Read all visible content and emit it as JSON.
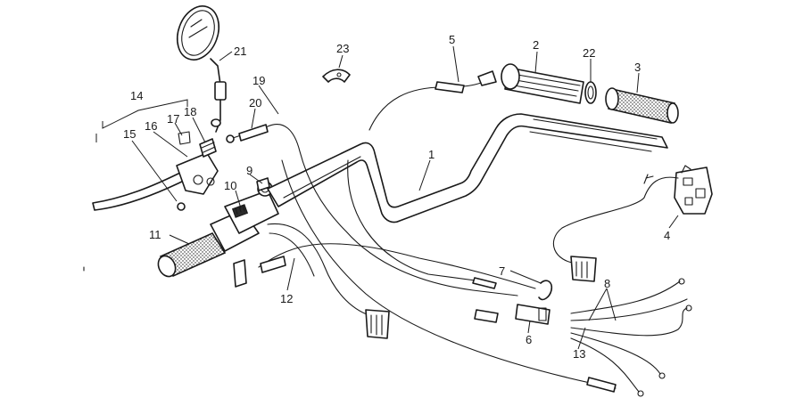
{
  "callouts": {
    "c1": "1",
    "c2": "2",
    "c3": "3",
    "c4": "4",
    "c5": "5",
    "c6": "6",
    "c7": "7",
    "c8": "8",
    "c9": "9",
    "c10": "10",
    "c11": "11",
    "c12": "12",
    "c13": "13",
    "c14": "14",
    "c15": "15",
    "c16": "16",
    "c17": "17",
    "c18": "18",
    "c19": "19",
    "c20": "20",
    "c21": "21",
    "c22": "22",
    "c23": "23"
  },
  "icons": {
    "mirror": "mirror-icon",
    "handlebar": "handlebar-icon",
    "grip": "grip-icon",
    "lever": "lever-icon",
    "switch": "switch-icon",
    "cable": "cable-icon",
    "connector": "connector-icon"
  },
  "colors": {
    "ink": "#1a1a1a",
    "paper": "#ffffff"
  }
}
